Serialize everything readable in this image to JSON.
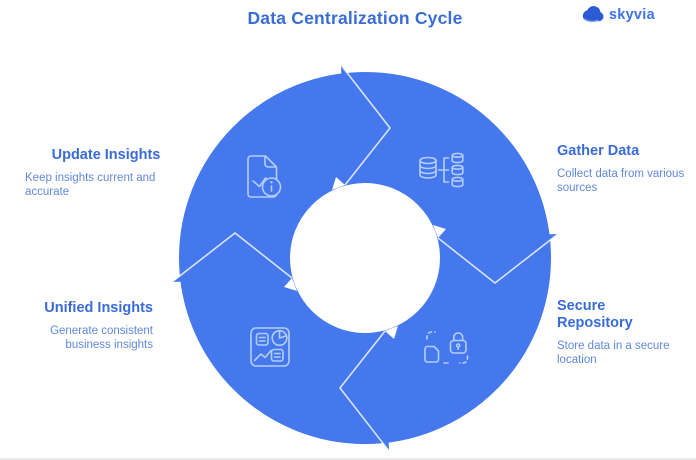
{
  "page": {
    "title": "Data Centralization Cycle"
  },
  "logo": {
    "name": "skyvia"
  },
  "steps": {
    "gather_data": {
      "title": "Gather Data",
      "description": "Collect data from various sources",
      "icon": "databases-icon"
    },
    "secure_repository": {
      "title": "Secure Repository",
      "description": "Store data in a secure location",
      "icon": "lock-document-icon"
    },
    "unified_insights": {
      "title": "Unified Insights",
      "description": "Generate consistent business insights",
      "icon": "dashboard-icon"
    },
    "update_insights": {
      "title": "Update Insights",
      "description": "Keep insights current and accurate",
      "icon": "report-info-icon"
    }
  },
  "cycle": {
    "direction": "clockwise",
    "sequence": [
      "Gather Data",
      "Secure Repository",
      "Unified Insights",
      "Update Insights"
    ]
  },
  "colors": {
    "accent_blue": "#4478ec",
    "title_blue": "#3a6cd8",
    "body_blue": "#6088dd",
    "icon_line": "#b4cdf8",
    "seam_line": "rgba(255,255,255,0.8)",
    "logo_cloud": "#2b5cd6",
    "logo_text": "#3e74e6"
  }
}
